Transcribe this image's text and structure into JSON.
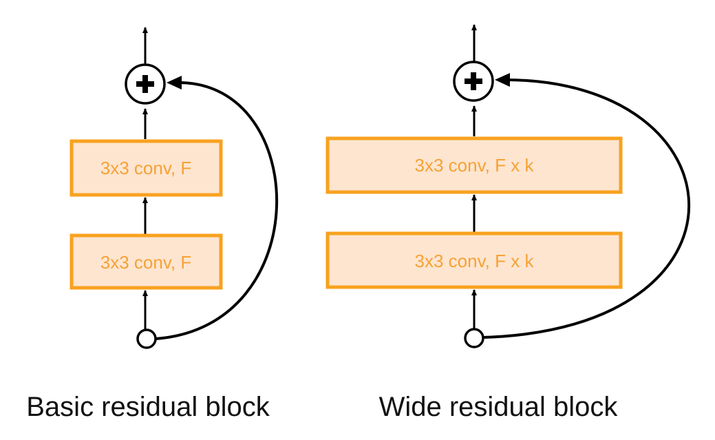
{
  "basic_block": {
    "caption": "Basic residual block",
    "conv_top": "3x3 conv, F",
    "conv_bottom": "3x3 conv, F"
  },
  "wide_block": {
    "caption": "Wide residual block",
    "conv_top": "3x3 conv, F x k",
    "conv_bottom": "3x3 conv, F x k"
  },
  "colors": {
    "conv_fill": "#fde5d0",
    "conv_border": "#f8a21f",
    "conv_text": "#f6a235",
    "line": "#000000"
  }
}
